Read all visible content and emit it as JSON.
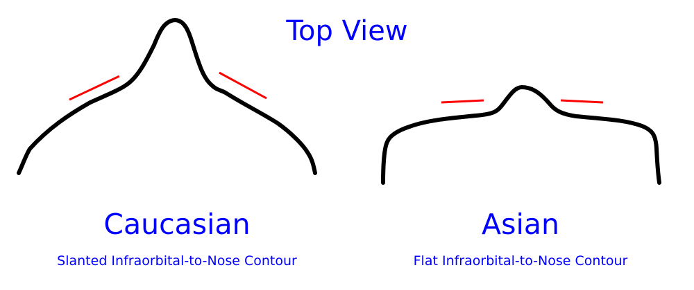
{
  "title": "Top View",
  "colors": {
    "text": "#0000ff",
    "contour": "#000000",
    "highlight": "#ff0000",
    "background": "#ffffff"
  },
  "panels": [
    {
      "label": "Caucasian",
      "caption": "Slanted Infraorbital-to-Nose Contour",
      "shape": "pointed-nose-slanted-contour"
    },
    {
      "label": "Asian",
      "caption": "Flat Infraorbital-to-Nose Contour",
      "shape": "low-nose-flat-contour"
    }
  ]
}
